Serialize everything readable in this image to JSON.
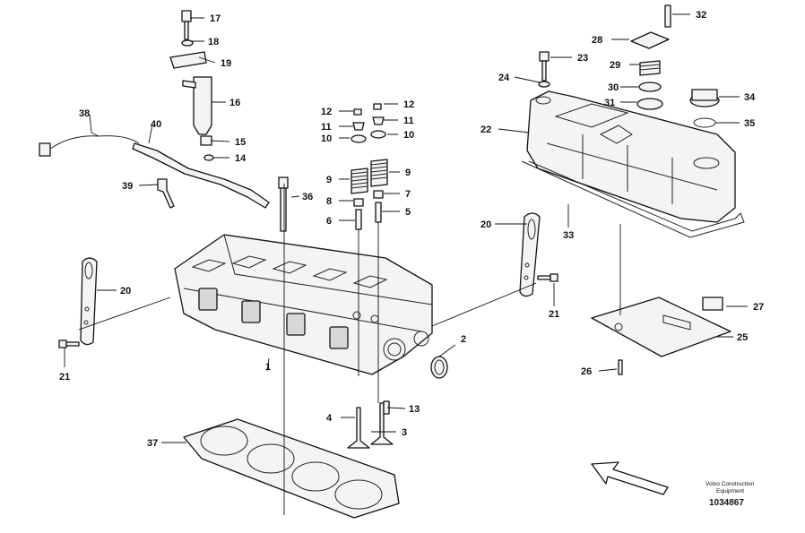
{
  "callouts": [
    {
      "id": "c17",
      "label": "17"
    },
    {
      "id": "c18",
      "label": "18"
    },
    {
      "id": "c19",
      "label": "19"
    },
    {
      "id": "c16",
      "label": "16"
    },
    {
      "id": "c15",
      "label": "15"
    },
    {
      "id": "c14",
      "label": "14"
    },
    {
      "id": "c38",
      "label": "38"
    },
    {
      "id": "c40",
      "label": "40"
    },
    {
      "id": "c39",
      "label": "39"
    },
    {
      "id": "c36",
      "label": "36"
    },
    {
      "id": "c20a",
      "label": "20"
    },
    {
      "id": "c21a",
      "label": "21"
    },
    {
      "id": "c1",
      "label": "1"
    },
    {
      "id": "c37",
      "label": "37"
    },
    {
      "id": "c4",
      "label": "4"
    },
    {
      "id": "c3",
      "label": "3"
    },
    {
      "id": "c13",
      "label": "13"
    },
    {
      "id": "c2",
      "label": "2"
    },
    {
      "id": "c12a",
      "label": "12"
    },
    {
      "id": "c11a",
      "label": "11"
    },
    {
      "id": "c10a",
      "label": "10"
    },
    {
      "id": "c9a",
      "label": "9"
    },
    {
      "id": "c8",
      "label": "8"
    },
    {
      "id": "c6",
      "label": "6"
    },
    {
      "id": "c12b",
      "label": "12"
    },
    {
      "id": "c11b",
      "label": "11"
    },
    {
      "id": "c10b",
      "label": "10"
    },
    {
      "id": "c9b",
      "label": "9"
    },
    {
      "id": "c7",
      "label": "7"
    },
    {
      "id": "c5",
      "label": "5"
    },
    {
      "id": "c32",
      "label": "32"
    },
    {
      "id": "c28",
      "label": "28"
    },
    {
      "id": "c23",
      "label": "23"
    },
    {
      "id": "c29",
      "label": "29"
    },
    {
      "id": "c24",
      "label": "24"
    },
    {
      "id": "c30",
      "label": "30"
    },
    {
      "id": "c31",
      "label": "31"
    },
    {
      "id": "c34",
      "label": "34"
    },
    {
      "id": "c35",
      "label": "35"
    },
    {
      "id": "c22",
      "label": "22"
    },
    {
      "id": "c20b",
      "label": "20"
    },
    {
      "id": "c33",
      "label": "33"
    },
    {
      "id": "c21b",
      "label": "21"
    },
    {
      "id": "c27",
      "label": "27"
    },
    {
      "id": "c25",
      "label": "25"
    },
    {
      "id": "c26",
      "label": "26"
    }
  ],
  "footer": {
    "brand_line1": "Volvo Construction",
    "brand_line2": "Equipment",
    "drawing_number": "1034867"
  },
  "direction_arrow": {
    "icon": "direction-arrow-icon"
  }
}
